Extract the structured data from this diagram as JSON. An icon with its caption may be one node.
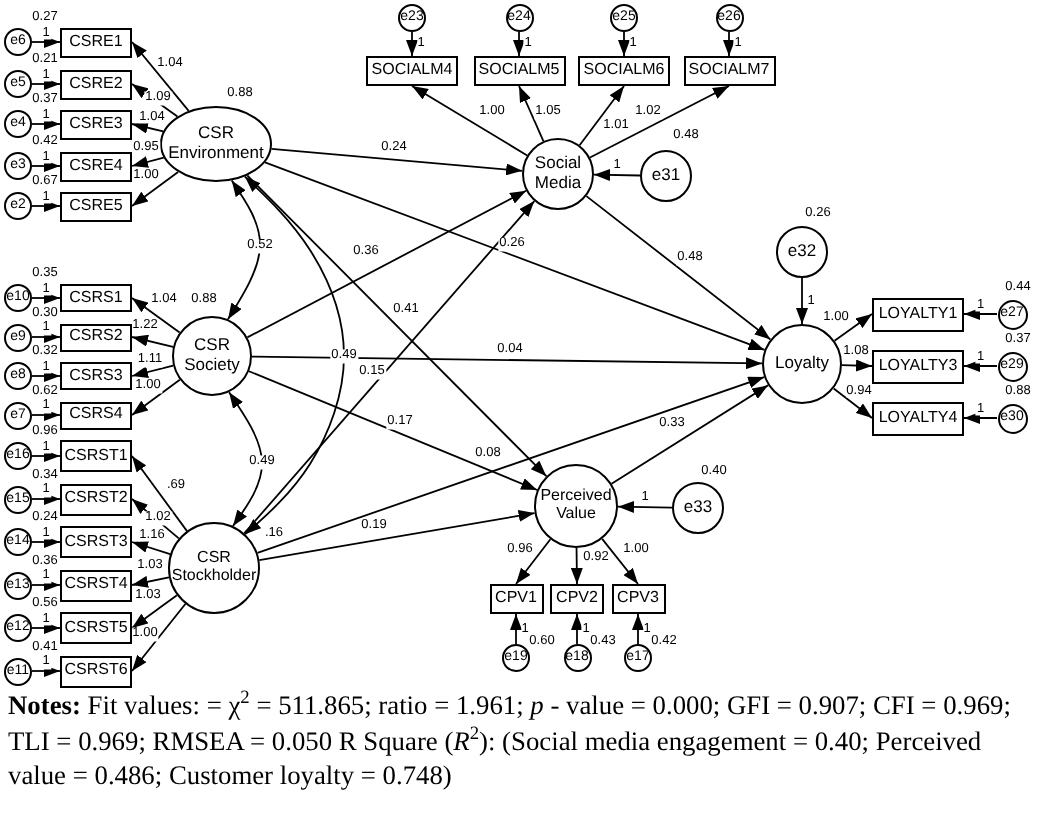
{
  "diagram": {
    "caption": "**Notes:** Fit values: = χ$^{2}$ = 511.865; ratio = 1.961; *p* - value = 0.000; GFI = 0.907; CFI = 0.969; TLI = 0.969; RMSEA = 0.050 R Square (*R*$^{2}$): (Social media engagement = 0.40; Perceived value = 0.486; Customer loyalty = 0.748)",
    "nodes": [
      {
        "text": [
          "CSRE1"
        ]
      },
      {
        "text": [
          "CSRE2"
        ]
      },
      {
        "text": [
          "CSRE3"
        ]
      },
      {
        "text": [
          "CSRE4"
        ]
      },
      {
        "text": [
          "CSRE5"
        ]
      },
      {
        "text": [
          "CSRS1"
        ]
      },
      {
        "text": [
          "CSRS2"
        ]
      },
      {
        "text": [
          "CSRS3"
        ]
      },
      {
        "text": [
          "CSRS4"
        ]
      },
      {
        "text": [
          "CSRST1"
        ]
      },
      {
        "text": [
          "CSRST2"
        ]
      },
      {
        "text": [
          "CSRST3"
        ]
      },
      {
        "text": [
          "CSRST4"
        ]
      },
      {
        "text": [
          "CSRST5"
        ]
      },
      {
        "text": [
          "CSRST6"
        ]
      },
      {
        "text": [
          "e6"
        ],
        "beside": [
          "0.27"
        ]
      },
      {
        "text": [
          "e5"
        ],
        "beside": [
          "0.21"
        ]
      },
      {
        "text": [
          "e4"
        ],
        "beside": [
          "0.37"
        ]
      },
      {
        "text": [
          "e3"
        ],
        "beside": [
          "0.42"
        ]
      },
      {
        "text": [
          "e2"
        ],
        "beside": [
          "0.67"
        ]
      },
      {
        "text": [
          "e10"
        ],
        "beside": [
          "0.35"
        ]
      },
      {
        "text": [
          "e9"
        ],
        "beside": [
          "0.30"
        ]
      },
      {
        "text": [
          "e8"
        ],
        "beside": [
          "0.32"
        ]
      },
      {
        "text": [
          "e7"
        ],
        "beside": [
          "0.62"
        ]
      },
      {
        "text": [
          "e16"
        ],
        "beside": [
          "0.96"
        ]
      },
      {
        "text": [
          "e15"
        ],
        "beside": [
          "0.34"
        ]
      },
      {
        "text": [
          "e14"
        ],
        "beside": [
          "0.24"
        ]
      },
      {
        "text": [
          "e13"
        ],
        "beside": [
          "0.36"
        ]
      },
      {
        "text": [
          "e12"
        ],
        "beside": [
          "0.56"
        ]
      },
      {
        "text": [
          "e11"
        ],
        "beside": [
          "0.41"
        ]
      },
      {
        "text": [
          "CSR Environment"
        ],
        "beside": [
          "0.88"
        ]
      },
      {
        "text": [
          "CSR Society"
        ],
        "beside": [
          "0.88"
        ]
      },
      {
        "text": [
          "CSR Stockholder"
        ],
        "beside": [
          ".16"
        ]
      },
      {
        "text": [
          "e23"
        ]
      },
      {
        "text": [
          "e24"
        ]
      },
      {
        "text": [
          "e25"
        ]
      },
      {
        "text": [
          "e26"
        ]
      },
      {
        "text": [
          "SOCIALM4"
        ]
      },
      {
        "text": [
          "SOCIALM5"
        ]
      },
      {
        "text": [
          "SOCIALM6"
        ]
      },
      {
        "text": [
          "SOCIALM7"
        ]
      },
      {
        "text": [
          "Social Media"
        ]
      },
      {
        "text": [
          "e31"
        ],
        "beside": [
          "0.48"
        ]
      },
      {
        "text": [
          "e32"
        ],
        "beside": [
          "0.26"
        ]
      },
      {
        "text": [
          "Loyalty"
        ]
      },
      {
        "text": [
          "LOYALTY1"
        ]
      },
      {
        "text": [
          "LOYALTY3"
        ]
      },
      {
        "text": [
          "LOYALTY4"
        ]
      },
      {
        "text": [
          "e27"
        ],
        "beside": [
          "0.44"
        ]
      },
      {
        "text": [
          "e29"
        ],
        "beside": [
          "0.37"
        ]
      },
      {
        "text": [
          "e30"
        ],
        "beside": [
          "0.88"
        ]
      },
      {
        "text": [
          "Perceived Value"
        ]
      },
      {
        "text": [
          "e33"
        ],
        "beside": [
          "0.40"
        ]
      },
      {
        "text": [
          "CPV1"
        ]
      },
      {
        "text": [
          "CPV2"
        ]
      },
      {
        "text": [
          "CPV3"
        ]
      },
      {
        "text": [
          "e19"
        ],
        "beside": [
          "0.60"
        ]
      },
      {
        "text": [
          "e18"
        ],
        "beside": [
          "0.43"
        ]
      },
      {
        "text": [
          "e17"
        ],
        "beside": [
          "0.42"
        ]
      }
    ],
    "edges": [
      {
        "from": 15,
        "to": 0,
        "arrow": "to",
        "label": "1"
      },
      {
        "from": 16,
        "to": 1,
        "arrow": "to",
        "label": "1"
      },
      {
        "from": 17,
        "to": 2,
        "arrow": "to",
        "label": "1"
      },
      {
        "from": 18,
        "to": 3,
        "arrow": "to",
        "label": "1"
      },
      {
        "from": 19,
        "to": 4,
        "arrow": "to",
        "label": "1"
      },
      {
        "from": 20,
        "to": 5,
        "arrow": "to",
        "label": "1"
      },
      {
        "from": 21,
        "to": 6,
        "arrow": "to",
        "label": "1"
      },
      {
        "from": 22,
        "to": 7,
        "arrow": "to",
        "label": "1"
      },
      {
        "from": 23,
        "to": 8,
        "arrow": "to",
        "label": "1"
      },
      {
        "from": 24,
        "to": 9,
        "arrow": "to",
        "label": "1"
      },
      {
        "from": 25,
        "to": 10,
        "arrow": "to",
        "label": "1"
      },
      {
        "from": 26,
        "to": 11,
        "arrow": "to",
        "label": "1"
      },
      {
        "from": 27,
        "to": 12,
        "arrow": "to",
        "label": "1"
      },
      {
        "from": 28,
        "to": 13,
        "arrow": "to",
        "label": "1"
      },
      {
        "from": 29,
        "to": 14,
        "arrow": "to",
        "label": "1"
      },
      {
        "from": 30,
        "to": 0,
        "arrow": "to",
        "label": "1.04"
      },
      {
        "from": 30,
        "to": 1,
        "arrow": "to",
        "label": "1.09"
      },
      {
        "from": 30,
        "to": 2,
        "arrow": "to",
        "label": "1.04"
      },
      {
        "from": 30,
        "to": 3,
        "arrow": "to",
        "label": "0.95"
      },
      {
        "from": 30,
        "to": 4,
        "arrow": "to",
        "label": "1.00"
      },
      {
        "from": 31,
        "to": 5,
        "arrow": "to",
        "label": "1.04"
      },
      {
        "from": 31,
        "to": 6,
        "arrow": "to",
        "label": "1.22"
      },
      {
        "from": 31,
        "to": 7,
        "arrow": "to",
        "label": "1.11"
      },
      {
        "from": 31,
        "to": 8,
        "arrow": "to",
        "label": "1.00"
      },
      {
        "from": 32,
        "to": 9,
        "arrow": "to",
        "label": ".69"
      },
      {
        "from": 32,
        "to": 10,
        "arrow": "to",
        "label": "1.02"
      },
      {
        "from": 32,
        "to": 11,
        "arrow": "to",
        "label": "1.16"
      },
      {
        "from": 32,
        "to": 12,
        "arrow": "to",
        "label": "1.03"
      },
      {
        "from": 32,
        "to": 13,
        "arrow": "to",
        "label": "1.03"
      },
      {
        "from": 32,
        "to": 14,
        "arrow": "to",
        "label": "1.00"
      },
      {
        "from": 33,
        "to": 37,
        "arrow": "to",
        "label": "1"
      },
      {
        "from": 34,
        "to": 38,
        "arrow": "to",
        "label": "1"
      },
      {
        "from": 35,
        "to": 39,
        "arrow": "to",
        "label": "1"
      },
      {
        "from": 36,
        "to": 40,
        "arrow": "to",
        "label": "1"
      },
      {
        "from": 41,
        "to": 37,
        "arrow": "to",
        "label": "1.00"
      },
      {
        "from": 41,
        "to": 38,
        "arrow": "to",
        "label": "1.05"
      },
      {
        "from": 41,
        "to": 39,
        "arrow": "to",
        "label": "1.01"
      },
      {
        "from": 41,
        "to": 40,
        "arrow": "to",
        "label": "1.02"
      },
      {
        "from": 42,
        "to": 41,
        "arrow": "to",
        "label": "1"
      },
      {
        "from": 43,
        "to": 44,
        "arrow": "to",
        "label": "1"
      },
      {
        "from": 44,
        "to": 45,
        "arrow": "to",
        "label": "1.00"
      },
      {
        "from": 44,
        "to": 46,
        "arrow": "to",
        "label": "1.08"
      },
      {
        "from": 44,
        "to": 47,
        "arrow": "to",
        "label": "0.94"
      },
      {
        "from": 48,
        "to": 45,
        "arrow": "to",
        "label": "1"
      },
      {
        "from": 49,
        "to": 46,
        "arrow": "to",
        "label": "1"
      },
      {
        "from": 50,
        "to": 47,
        "arrow": "to",
        "label": "1"
      },
      {
        "from": 52,
        "to": 51,
        "arrow": "to",
        "label": "1"
      },
      {
        "from": 51,
        "to": 53,
        "arrow": "to",
        "label": "0.96"
      },
      {
        "from": 51,
        "to": 54,
        "arrow": "to",
        "label": "0.92"
      },
      {
        "from": 51,
        "to": 55,
        "arrow": "to",
        "label": "1.00"
      },
      {
        "from": 56,
        "to": 53,
        "arrow": "to",
        "label": "1"
      },
      {
        "from": 57,
        "to": 54,
        "arrow": "to",
        "label": "1"
      },
      {
        "from": 58,
        "to": 55,
        "arrow": "to",
        "label": "1"
      },
      {
        "from": 30,
        "to": 41,
        "arrow": "to",
        "label": "0.24"
      },
      {
        "from": 30,
        "to": 44,
        "arrow": "to",
        "label": "0.26"
      },
      {
        "from": 30,
        "to": 51,
        "arrow": "to",
        "label": "0.41"
      },
      {
        "from": 31,
        "to": 41,
        "arrow": "to",
        "label": "0.36"
      },
      {
        "from": 31,
        "to": 44,
        "arrow": "to",
        "label": "0.04"
      },
      {
        "from": 31,
        "to": 51,
        "arrow": "to",
        "label": "0.17"
      },
      {
        "from": 32,
        "to": 41,
        "arrow": "to",
        "label": "0.15"
      },
      {
        "from": 32,
        "to": 44,
        "arrow": "to",
        "label": "0.08"
      },
      {
        "from": 32,
        "to": 51,
        "arrow": "to",
        "label": "0.19"
      },
      {
        "from": 41,
        "to": 44,
        "arrow": "to",
        "label": "0.48"
      },
      {
        "from": 51,
        "to": 44,
        "arrow": "to",
        "label": "0.33"
      },
      {
        "from": 30,
        "to": 31,
        "arrow": "both",
        "label": "0.52"
      },
      {
        "from": 31,
        "to": 32,
        "arrow": "both",
        "label": "0.49"
      },
      {
        "from": 30,
        "to": 32,
        "arrow": "both",
        "label": "0.49"
      }
    ]
  }
}
